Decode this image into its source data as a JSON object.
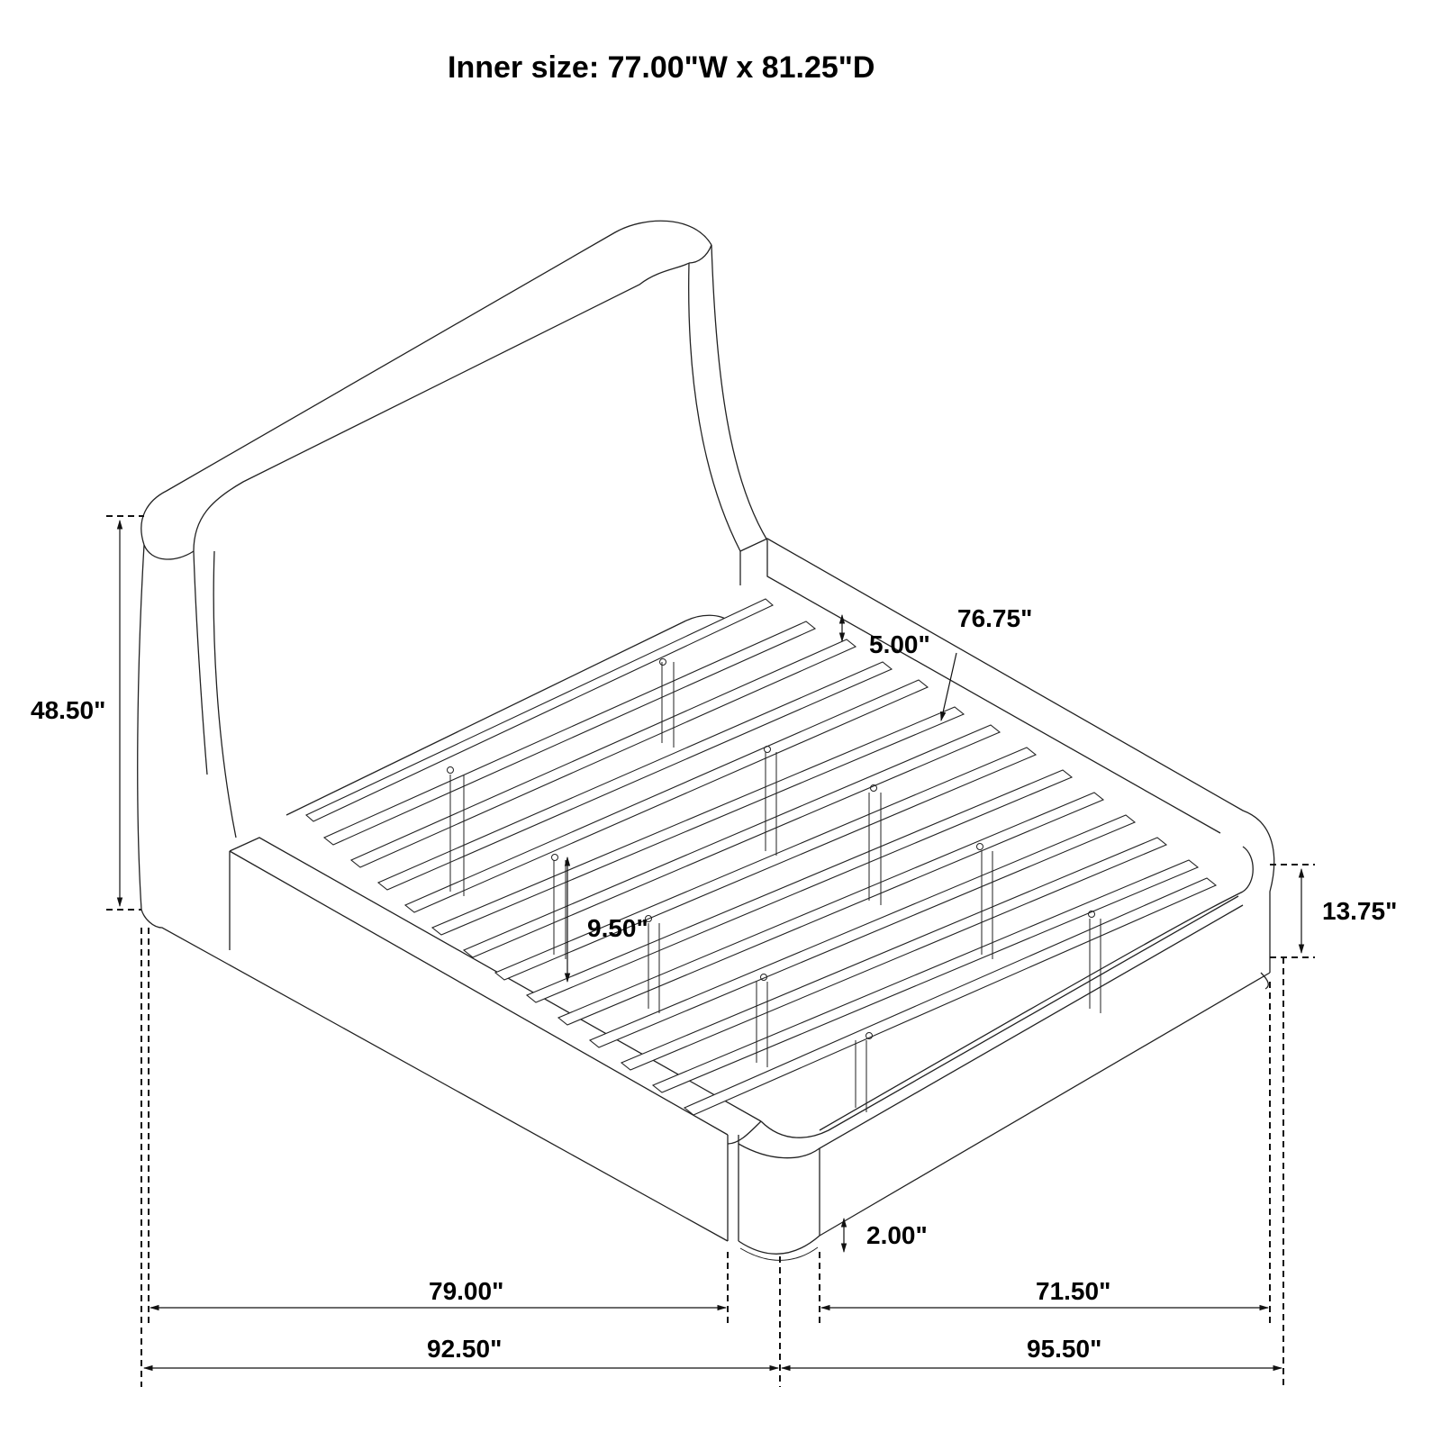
{
  "title": "Inner size: 77.00\"W x 81.25\"D",
  "dimensions": {
    "headboard_height": "48.50\"",
    "slat_clearance": "5.00\"",
    "inner_length": "76.75\"",
    "center_support_height": "9.50\"",
    "side_rail_height": "13.75\"",
    "leg_height": "2.00\"",
    "inner_left_width": "79.00\"",
    "overall_left_length": "92.50\"",
    "inner_right_width": "71.50\"",
    "overall_right_width": "95.50\""
  },
  "drawing": {
    "subject": "upholstered platform bed frame with curved wingback headboard and wooden slats",
    "line_color": "#222222",
    "background": "#ffffff"
  }
}
